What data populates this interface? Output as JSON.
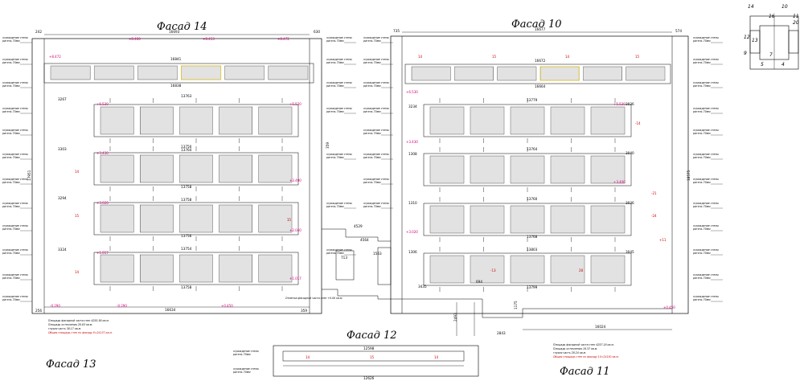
{
  "titles": {
    "f14": "Фасад 14",
    "f10": "Фасад 10",
    "f12": "Фасад 12",
    "f13": "Фасад 13",
    "f11": "Фасад 11"
  },
  "left_dims": {
    "top_total": "16693",
    "top_left": "242",
    "top_right": "630",
    "row_top": "16841",
    "row_top_bottom": "16838",
    "band1": "13763",
    "band1_bottom": "13750",
    "band2": "13764",
    "band2_bottom": "13758",
    "band3": "13758",
    "band3_bottom": "13756",
    "band4": "13754",
    "band4_bottom": "13758",
    "bottom_total": "16634",
    "left_offsets": [
      "3267",
      "3303",
      "3294",
      "3324"
    ],
    "vertical_total": "17951",
    "right_left": "256",
    "right_right": "359"
  },
  "right_dims": {
    "top_total": "16677",
    "top_left": "735",
    "top_right": "574",
    "row_top": "16672",
    "row_top_bottom": "16664",
    "band1": "13779",
    "band2": "13764",
    "band3": "13760",
    "band4": "13768",
    "band4b": "13803",
    "bottom": "13799",
    "left_offsets": [
      "3234",
      "1308",
      "1310",
      "1306"
    ],
    "right_offsets": [
      "3036",
      "3040",
      "3036",
      "3045"
    ],
    "vertical_total": "18575",
    "bottom_total": "16024",
    "bottom_step": "2843"
  },
  "middle_dims": {
    "a": "4529",
    "b": "1563",
    "c": "713",
    "d": "4564",
    "e": "3435",
    "f": "694",
    "g": "2493",
    "h": "1175"
  },
  "bottom_strip": {
    "top": "12598",
    "bottom": "12626"
  },
  "key_labels": [
    "14",
    "12",
    "13",
    "10",
    "16",
    "9",
    "11",
    "20",
    "7",
    "5",
    "4"
  ],
  "level_marks_mag": [
    "+8.472",
    "+8.400",
    "+8.413",
    "+6.530",
    "+5.520",
    "+3.430",
    "+3.400",
    "+3.020",
    "+2.040",
    "+1.017",
    "-0.290",
    "+0.450"
  ],
  "level_marks_red": [
    "14",
    "15",
    "-14",
    "-21",
    "-24",
    "+11",
    "-13",
    "28"
  ],
  "notes_left": [
    "Площадь фасадной части стен 4255.56 кв.м.",
    "Площадь остекления 20.83 кв.м.",
    "глухая часть 38.17 кв.м."
  ],
  "notes_left_red": "Общая площадь стен по фасаду 8=24137 кв.м.",
  "notes_right": [
    "Площадь фасадной части стен 4257.18 кв.м.",
    "Площадь остекления 18.37 кв.м.",
    "глухая часть 28.24 кв.м."
  ],
  "notes_right_red": "Общая площадь стен по фасаду 10=24150 кв.м.",
  "side_label": "ограждение стены",
  "side_label_2": "ригель 70мм",
  "bottom_label": "Отметка фасадной части стен +0.00 кв.м."
}
